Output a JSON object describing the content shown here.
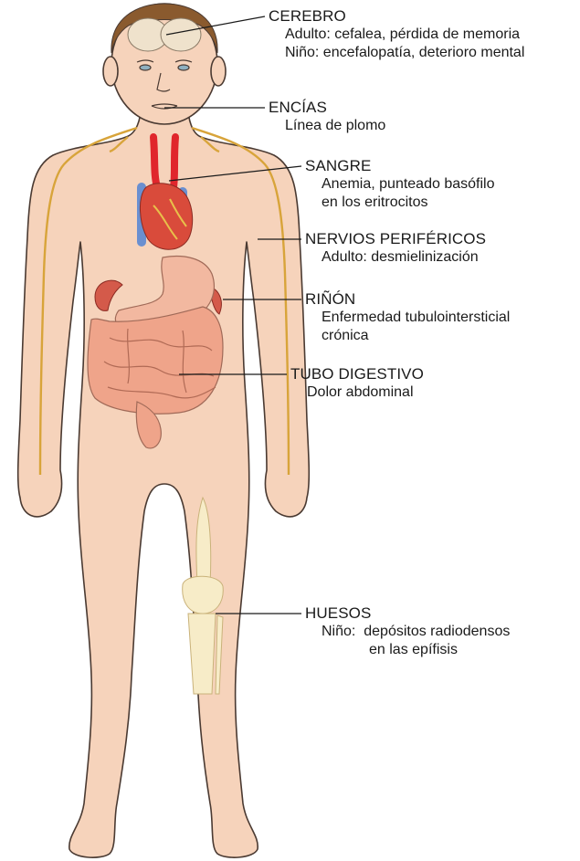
{
  "labels": {
    "cerebro": {
      "title": "CEREBRO",
      "lines": [
        "Adulto: cefalea, pérdida de memoria",
        "Niño: encefalopatía, deterioro mental"
      ]
    },
    "encias": {
      "title": "ENCÍAS",
      "lines": [
        "Línea de plomo"
      ]
    },
    "sangre": {
      "title": "SANGRE",
      "lines": [
        "Anemia, punteado basófilo",
        "en los eritrocitos"
      ]
    },
    "nervios": {
      "title": "NERVIOS PERIFÉRICOS",
      "lines": [
        "Adulto: desmielinización"
      ]
    },
    "rinon": {
      "title": "RIÑÓN",
      "lines": [
        "Enfermedad tubulointersticial",
        "crónica"
      ]
    },
    "tubo": {
      "title": "TUBO DIGESTIVO",
      "lines": [
        "Dolor abdominal"
      ]
    },
    "huesos": {
      "title": "HUESOS",
      "lines": [
        "Niño:  depósitos radiodensos",
        "en las epífisis"
      ]
    }
  },
  "colors": {
    "skin": "#f6d3bb",
    "skin_outline": "#4a3a32",
    "hair": "#8a5a2e",
    "brain": "#efe2cc",
    "nerve": "#d8a43a",
    "artery": "#e0262c",
    "vein": "#6a8fd0",
    "heart": "#d94b3b",
    "kidney": "#d45a4a",
    "stomach": "#f2b8a0",
    "intestine": "#efa48a",
    "bone": "#f7ecc8",
    "leader": "#1a1a1a"
  }
}
